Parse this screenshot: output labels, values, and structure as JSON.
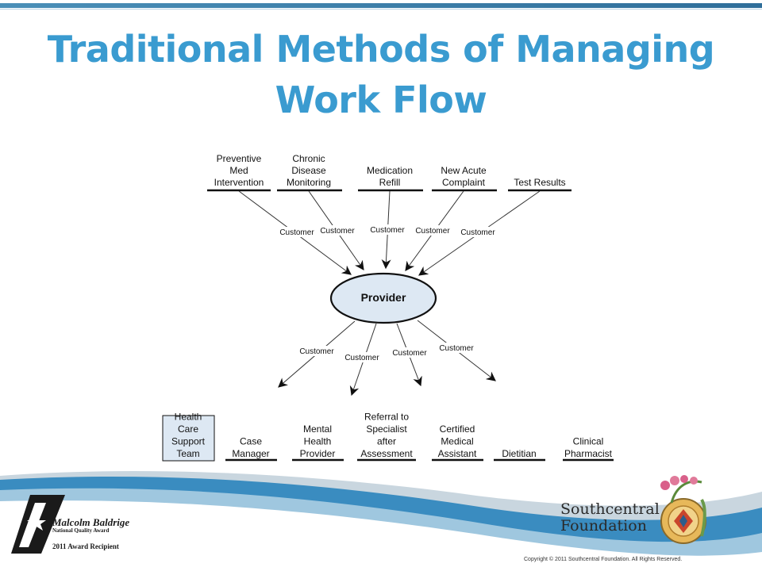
{
  "title": {
    "line1": "Traditional Methods of Managing",
    "line2": "Work Flow"
  },
  "provider_label": "Provider",
  "connector_label": "Customer",
  "top_items": [
    {
      "lines": [
        "Preventive",
        "Med",
        "Intervention"
      ]
    },
    {
      "lines": [
        "Chronic",
        "Disease",
        "Monitoring"
      ]
    },
    {
      "lines": [
        "Medication",
        "Refill"
      ]
    },
    {
      "lines": [
        "New Acute",
        "Complaint"
      ]
    },
    {
      "lines": [
        "Test Results"
      ]
    }
  ],
  "bottom_items": [
    {
      "lines": [
        "Health",
        "Care",
        "Support",
        "Team"
      ],
      "boxed": true
    },
    {
      "lines": [
        "Case",
        "Manager"
      ]
    },
    {
      "lines": [
        "Mental",
        "Health",
        "Provider"
      ]
    },
    {
      "lines": [
        "Referral to",
        "Specialist",
        "after",
        "Assessment"
      ]
    },
    {
      "lines": [
        "Certified",
        "Medical",
        "Assistant"
      ]
    },
    {
      "lines": [
        "Dietitian"
      ]
    },
    {
      "lines": [
        "Clinical",
        "Pharmacist"
      ]
    }
  ],
  "logos": {
    "baldrige_name": "Malcolm Baldrige",
    "baldrige_award": "National Quality Award",
    "baldrige_recipient": "2011 Award Recipient",
    "southcentral_line1": "Southcentral",
    "southcentral_line2": "Foundation"
  },
  "footer": {
    "copyright": "Copyright © 2011 Southcentral Foundation.  All Rights Reserved."
  },
  "colors": {
    "title": "#3a9bd0",
    "provider_fill": "#dde8f3",
    "box_fill": "#dde8f3"
  }
}
